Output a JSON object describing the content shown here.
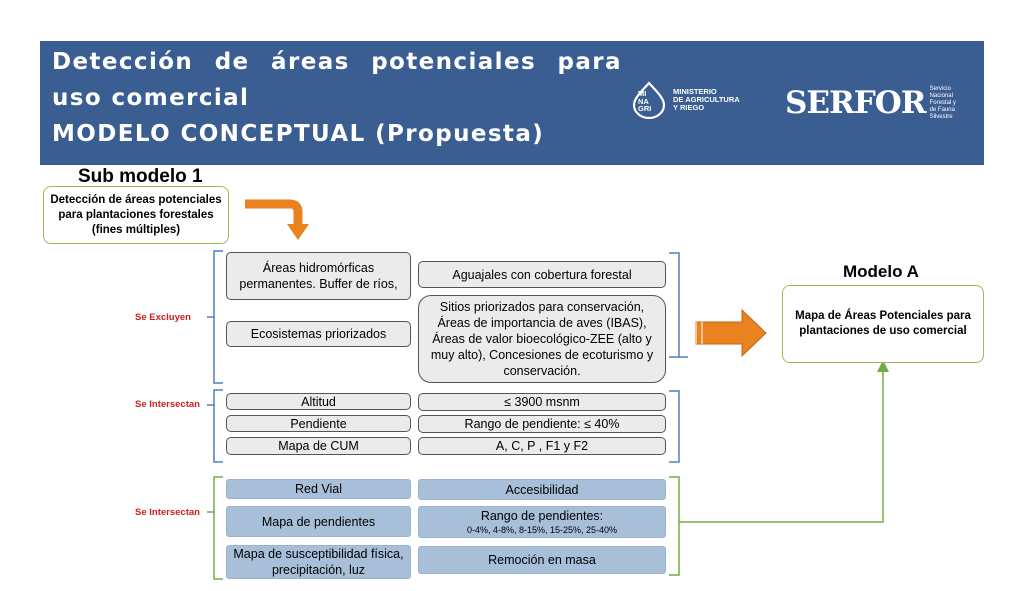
{
  "header": {
    "title_line1_words": [
      "Detección",
      "de",
      "áreas",
      "potenciales",
      "para"
    ],
    "title_line2": "uso comercial",
    "title_line3": "MODELO CONCEPTUAL (Propuesta)",
    "minagri_letters": [
      "MI",
      "NA",
      "GRI"
    ],
    "minagri_text": [
      "MINISTERIO",
      "DE AGRICULTURA",
      "Y RIEGO"
    ],
    "serfor_word": "SERFOR",
    "serfor_sub": [
      "Servicio",
      "Nacional",
      "Forestal y",
      "de Fauna",
      "Silvestre"
    ]
  },
  "submodel": {
    "title": "Sub modelo 1",
    "description": "Detección de áreas potenciales para plantaciones forestales (fines múltiples)"
  },
  "labels": {
    "exclude": "Se Excluyen",
    "intersect1": "Se Intersectan",
    "intersect2": "Se Intersectan"
  },
  "exclude_left": [
    "Áreas hidromórficas permanentes. Buffer de ríos,",
    "Ecosistemas priorizados"
  ],
  "exclude_right": [
    "Aguajales con cobertura forestal",
    "Sitios priorizados para conservación, Áreas de importancia de aves (IBAS), Áreas de valor bioecológico-ZEE (alto y muy alto), Concesiones de ecoturismo y conservación."
  ],
  "intersect_left": [
    "Altitud",
    "Pendiente",
    "Mapa de CUM"
  ],
  "intersect_right": [
    "≤ 3900 msnm",
    "Rango de pendiente: ≤ 40%",
    "A, C, P , F1 y F2"
  ],
  "access_left": [
    "Red Vial",
    "Mapa de pendientes",
    "Mapa de susceptibilidad física, precipitación, luz"
  ],
  "access_right": {
    "accesibilidad": "Accesibilidad",
    "rango_title": "Rango de pendientes:",
    "rango_values": "0-4%, 4-8%, 8-15%, 15-25%, 25-40%",
    "remocion": "Remoción en masa"
  },
  "modelo_a": {
    "title": "Modelo A",
    "box": "Mapa de Áreas Potenciales para plantaciones de uso comercial"
  },
  "colors": {
    "header_bg": "#3a5d92",
    "green_border": "#9bbb59",
    "blue_box": "#a7bfd9",
    "bracket_blue": "#4f81bd",
    "bracket_green": "#70ad47",
    "arrow_orange": "#e9821f",
    "label_red": "#cc1f1f"
  }
}
